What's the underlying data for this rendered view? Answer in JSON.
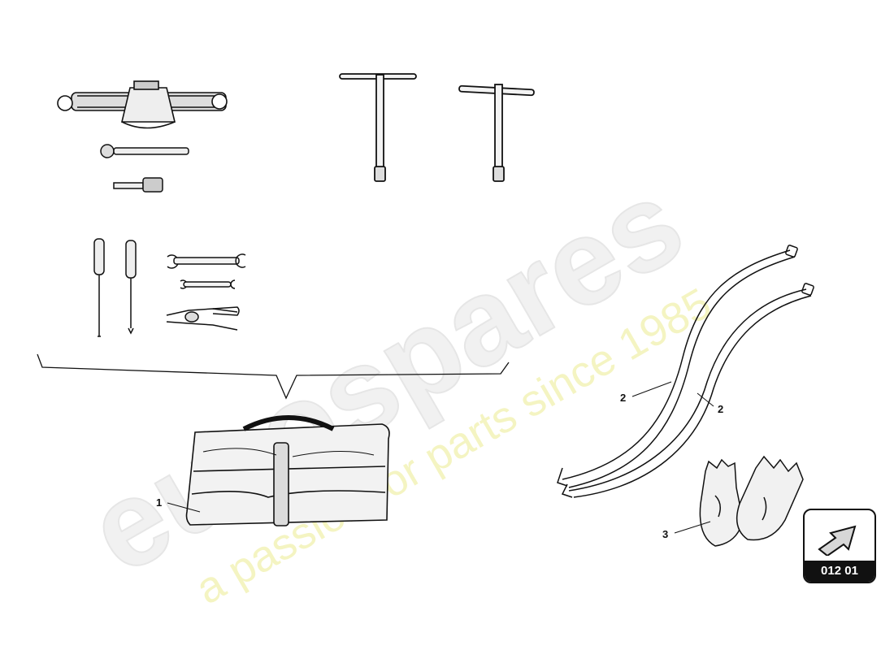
{
  "watermark": {
    "brand": "eurospares",
    "tagline": "a passion for parts since 1985"
  },
  "callouts": {
    "tool_roll": "1",
    "strap_left": "2",
    "strap_right": "2",
    "gloves": "3"
  },
  "reference": {
    "code": "012 01",
    "icon": "arrow-page-ref-icon"
  }
}
